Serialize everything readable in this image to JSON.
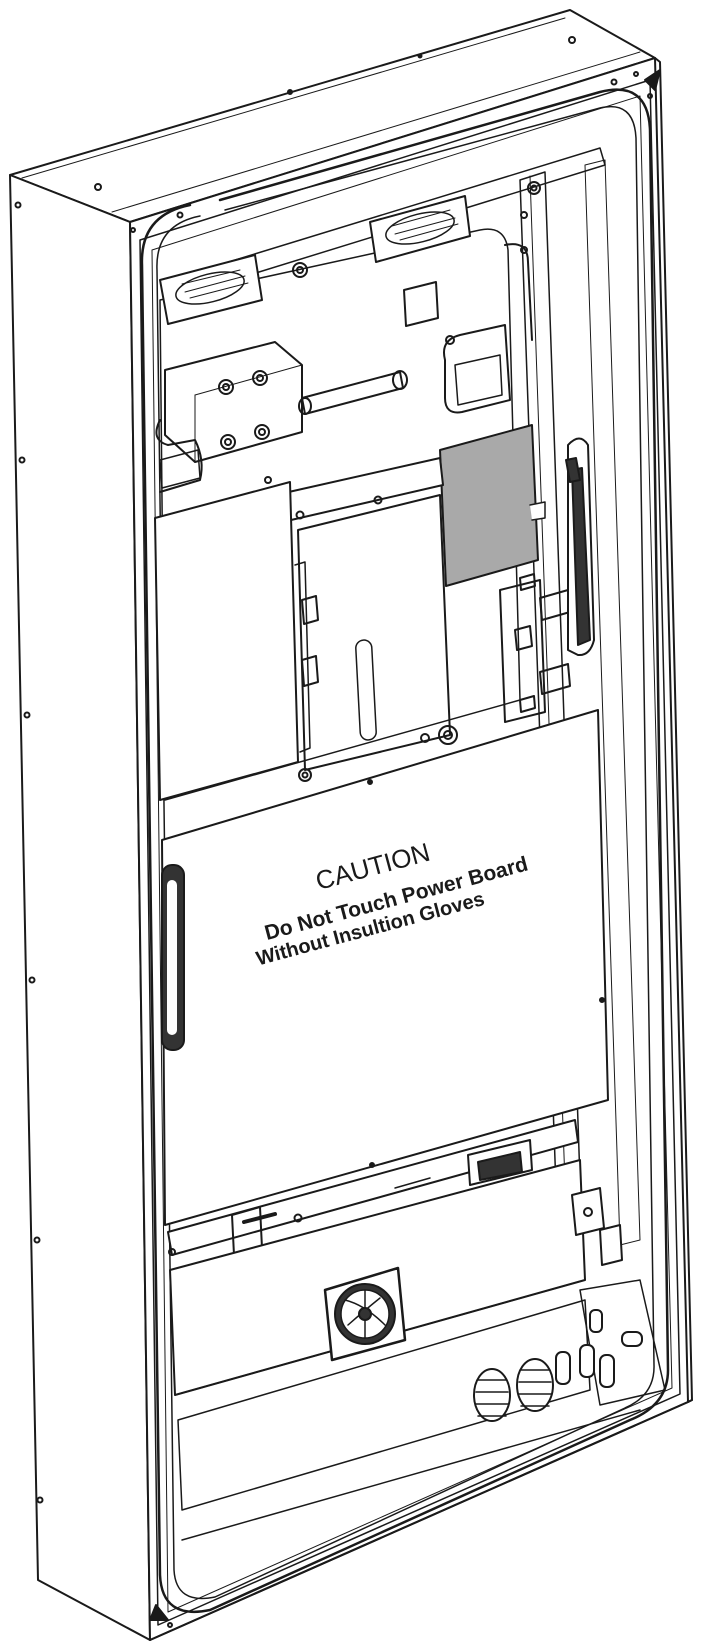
{
  "caution_label": {
    "heading": "CAUTION",
    "line_1": "Do Not Touch Power Board",
    "line_2": "Without Insultion Gloves"
  },
  "colors": {
    "line": "#1a1a1a",
    "panel_fill": "#ffffff",
    "shaded_plate": "#a9a9a9",
    "dark_part": "#333333"
  }
}
